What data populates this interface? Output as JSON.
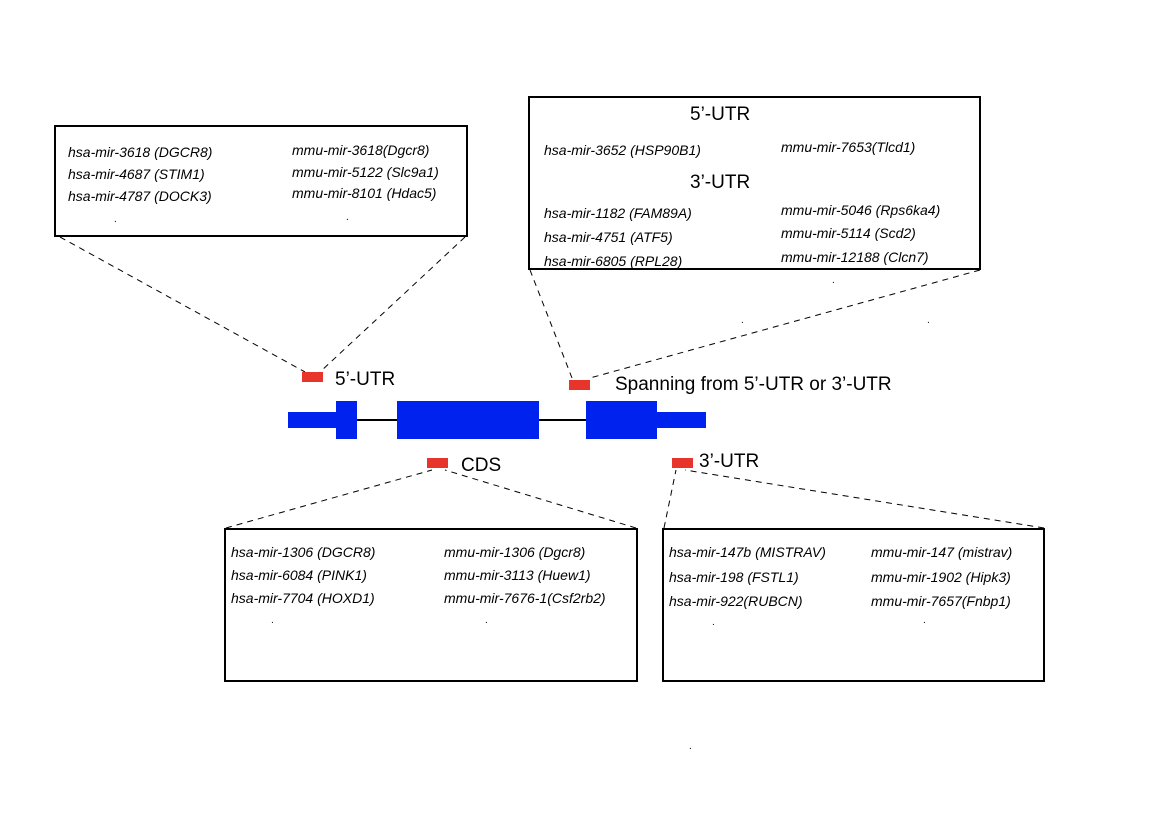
{
  "colors": {
    "exon": "#0022ee",
    "site": "#e8352b",
    "line": "#000000"
  },
  "labels": {
    "utr5": "5’-UTR",
    "spanning": "Spanning from 5’-UTR or 3’-UTR",
    "cds": "CDS",
    "utr3": "3’-UTR"
  },
  "dots": ".",
  "box_5utr": {
    "hsa": [
      "hsa-mir-3618 (DGCR8)",
      "hsa-mir-4687 (STIM1)",
      "hsa-mir-4787 (DOCK3)"
    ],
    "mmu": [
      "mmu-mir-3618(Dgcr8)",
      "mmu-mir-5122 (Slc9a1)",
      "mmu-mir-8101 (Hdac5)"
    ]
  },
  "box_spanning": {
    "head5": "5’-UTR",
    "head3": "3’-UTR",
    "utr5": {
      "hsa": [
        "hsa-mir-3652 (HSP90B1)"
      ],
      "mmu": [
        "mmu-mir-7653(Tlcd1)"
      ]
    },
    "utr3": {
      "hsa": [
        "hsa-mir-1182 (FAM89A)",
        "hsa-mir-4751 (ATF5)",
        "hsa-mir-6805 (RPL28)"
      ],
      "mmu": [
        "mmu-mir-5046  (Rps6ka4)",
        "mmu-mir-5114  (Scd2)",
        "mmu-mir-12188 (Clcn7)"
      ]
    }
  },
  "box_cds": {
    "hsa": [
      "hsa-mir-1306 (DGCR8)",
      "hsa-mir-6084 (PINK1)",
      "hsa-mir-7704 (HOXD1)"
    ],
    "mmu": [
      "mmu-mir-1306 (Dgcr8)",
      "mmu-mir-3113 (Huew1)",
      "mmu-mir-7676-1(Csf2rb2)"
    ]
  },
  "box_3utr": {
    "hsa": [
      "hsa-mir-147b (MISTRAV)",
      "hsa-mir-198 (FSTL1)",
      "hsa-mir-922(RUBCN)"
    ],
    "mmu": [
      "mmu-mir-147 (mistrav)",
      "mmu-mir-1902 (Hipk3)",
      "mmu-mir-7657(Fnbp1)"
    ]
  }
}
